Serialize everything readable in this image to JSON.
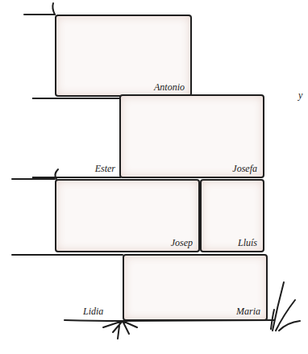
{
  "diagram": {
    "nodes": [
      {
        "text": [
          "Antonio"
        ]
      },
      {
        "text": [
          "Ester"
        ]
      },
      {
        "text": [
          "Josefa"
        ]
      },
      {
        "text": [
          "Josep"
        ]
      },
      {
        "text": [
          "Lluís"
        ]
      },
      {
        "text": [
          "Maria"
        ]
      }
    ],
    "edges": [],
    "labels": [
      "Lidia",
      "y"
    ]
  }
}
